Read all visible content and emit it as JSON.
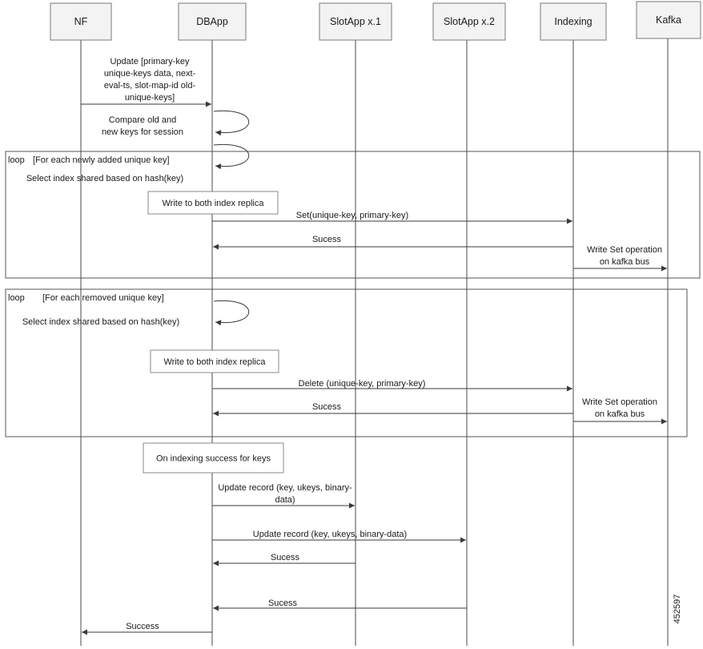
{
  "participants": [
    {
      "id": "nf",
      "label": "NF"
    },
    {
      "id": "dbapp",
      "label": "DBApp"
    },
    {
      "id": "slot1",
      "label": "SlotApp x.1"
    },
    {
      "id": "slot2",
      "label": "SlotApp x.2"
    },
    {
      "id": "indexing",
      "label": "Indexing"
    },
    {
      "id": "kafka",
      "label": "Kafka"
    }
  ],
  "messages": [
    {
      "id": "m1",
      "from": "nf",
      "to": "dbapp",
      "lines": [
        "Update [primary-key",
        "unique-keys data, next-",
        "eval-ts, slot-map-id old-",
        "unique-keys]"
      ]
    },
    {
      "id": "m2",
      "from": "dbapp",
      "to": "dbapp",
      "lines": [
        "Compare old and",
        "new keys for session"
      ]
    },
    {
      "id": "m3",
      "from": "dbapp",
      "to": "dbapp",
      "lines": [
        "Select index shared  based on hash(key)"
      ]
    },
    {
      "id": "m4",
      "from": "dbapp",
      "to": "indexing",
      "lines": [
        "Set(unique-key, primary-key)"
      ]
    },
    {
      "id": "m5",
      "from": "indexing",
      "to": "dbapp",
      "lines": [
        "Sucess"
      ]
    },
    {
      "id": "m6",
      "from": "indexing",
      "to": "kafka",
      "lines": [
        "Write Set operation",
        "on kafka bus"
      ]
    },
    {
      "id": "m7",
      "from": "dbapp",
      "to": "dbapp",
      "lines": [
        "Select index shared  based on hash(key)"
      ]
    },
    {
      "id": "m8",
      "from": "dbapp",
      "to": "indexing",
      "lines": [
        "Delete (unique-key, primary-key)"
      ]
    },
    {
      "id": "m9",
      "from": "indexing",
      "to": "dbapp",
      "lines": [
        "Sucess"
      ]
    },
    {
      "id": "m10",
      "from": "indexing",
      "to": "kafka",
      "lines": [
        "Write Set operation",
        "on kafka bus"
      ]
    },
    {
      "id": "m11",
      "from": "dbapp",
      "to": "slot1",
      "lines": [
        "Update record (key, ukeys, binary-",
        "data)"
      ]
    },
    {
      "id": "m12",
      "from": "dbapp",
      "to": "slot2",
      "lines": [
        "Update record (key, ukeys, binary-data)"
      ]
    },
    {
      "id": "m13",
      "from": "slot1",
      "to": "dbapp",
      "lines": [
        "Sucess"
      ]
    },
    {
      "id": "m14",
      "from": "slot2",
      "to": "dbapp",
      "lines": [
        "Sucess"
      ]
    },
    {
      "id": "m15",
      "from": "dbapp",
      "to": "nf",
      "lines": [
        "Success"
      ]
    }
  ],
  "loops": [
    {
      "id": "loop1",
      "keyword": "loop",
      "condition": "[For each newly added unique key]"
    },
    {
      "id": "loop2",
      "keyword": "loop",
      "condition": "[For each removed unique key]"
    }
  ],
  "notes": [
    {
      "id": "n1",
      "text": "Write to both index replica"
    },
    {
      "id": "n2",
      "text": "Write to both index replica"
    },
    {
      "id": "n3",
      "text": "On indexing success for keys"
    }
  ],
  "figure_id": "452597"
}
